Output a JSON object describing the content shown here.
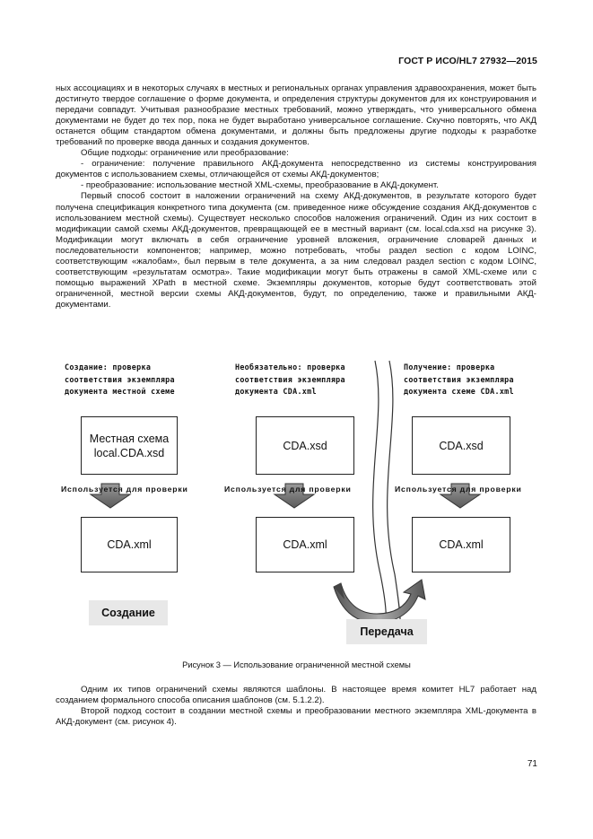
{
  "header": {
    "doc_id": "ГОСТ Р ИСО/HL7 27932—2015"
  },
  "body_top": [
    "ных ассоциациях и в некоторых случаях в местных и региональных органах управления здравоохранения, может быть достигнуто твердое соглашение о форме документа, и определения структуры документов для их конструирования и передачи совпадут. Учитывая разнообразие местных требований, можно утверждать, что универсального обмена документами не будет до тех пор, пока не будет выработано универсальное соглашение. Скучно повторять, что АКД останется общим стандартом обмена документами, и должны быть предложены другие подходы к разработке требований по проверке ввода данных и создания документов.",
    "Общие подходы: ограничение или преобразование:",
    "- ограничение: получение правильного АКД-документа непосредственно из системы конструирования документов с использованием схемы, отличающейся от схемы АКД-документов;",
    "- преобразование: использование местной XML-схемы, преобразование в АКД-документ.",
    "Первый способ состоит в наложении ограничений на схему АКД-документов, в результате которого будет получена спецификация конкретного типа документа (см. приведенное ниже обсуждение создания АКД-документов с использованием местной схемы). Существует несколько способов наложения ограничений. Один из них состоит в модификации самой схемы АКД-документов, превращающей ее в местный вариант (см. local.cda.xsd на рисунке 3). Модификации могут включать в себя ограничение уровней вложения, ограничение словарей данных и последовательности компонентов; например, можно потребовать, чтобы раздел section с кодом LOINC, соответствующим «жалобам», был первым в теле документа, а за ним следовал раздел section с кодом LOINC, соответствующим «результатам осмотра». Такие модификации могут быть отражены в самой XML-схеме или с помощью выражений XPath в местной схеме. Экземпляры документов, которые будут соответствовать этой ограниченной, местной версии схемы АКД-документов, будут, по определению, также и правильными АКД-документами."
  ],
  "figure": {
    "col1_head": [
      "Создание: проверка",
      "соответствия экземпляра",
      "документа местной схеме"
    ],
    "col2_head": [
      "Необязательно: проверка",
      "соответствия экземпляра",
      "документа CDA.xml"
    ],
    "col3_head": [
      "Получение: проверка",
      "соответствия экземпляра",
      "документа схеме CDA.xml"
    ],
    "box1_top": [
      "Местная схема",
      "local.CDA.xsd"
    ],
    "box2_top": "CDA.xsd",
    "box3_top": "CDA.xsd",
    "box_bottom": "CDA.xml",
    "used_for_check": "Используется для проверки",
    "stage_create": "Создание",
    "stage_transfer": "Передача",
    "caption": "Рисунок 3 — Использование ограниченной местной схемы"
  },
  "body_bottom": [
    "Одним их типов ограничений схемы являются шаблоны. В настоящее время комитет HL7 работает над созданием формального способа описания шаблонов (см. 5.1.2.2).",
    "Второй подход состоит в создании местной схемы и преобразовании местного экземпляра XML-документа в АКД-документ (см. рисунок 4)."
  ],
  "page_number": "71"
}
